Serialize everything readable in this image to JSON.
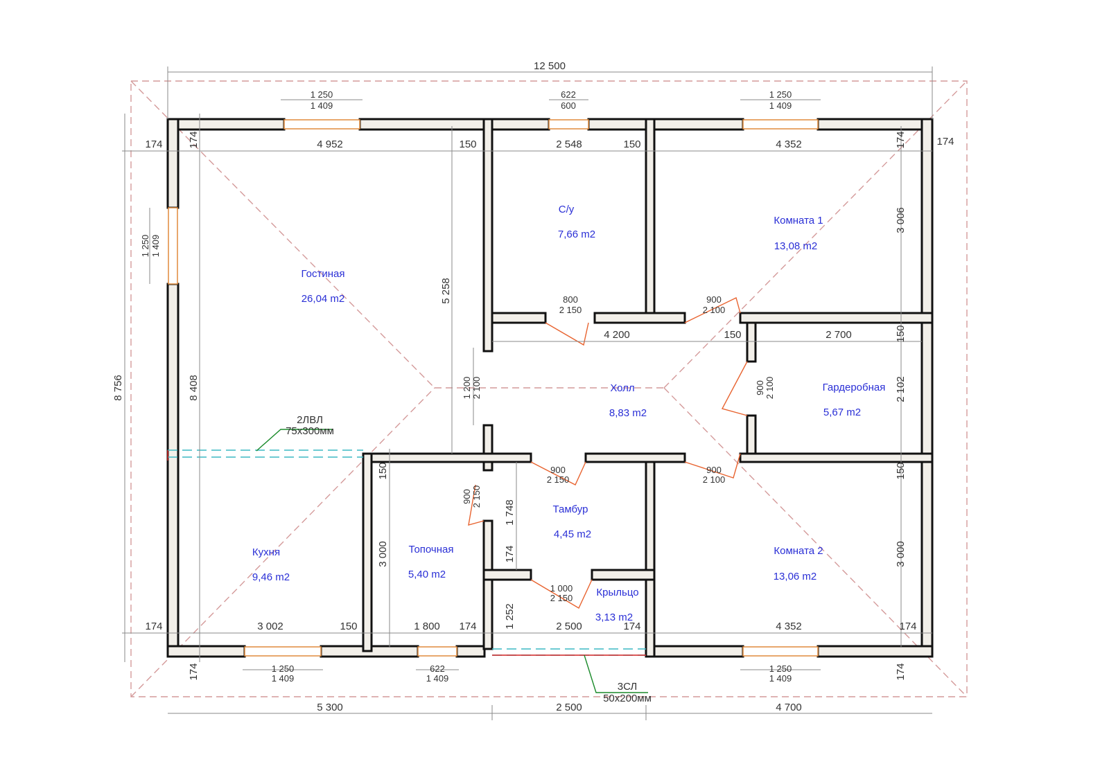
{
  "dimensions": {
    "overall_width": "12 500",
    "overall_depth": "8 756",
    "inner_depth": "8 408",
    "top_chain": [
      "174",
      "174",
      "4 952",
      "150",
      "2 548",
      "150",
      "4 352",
      "174",
      "174"
    ],
    "bottom_chain": [
      "174",
      "3 002",
      "150",
      "1 800",
      "174",
      "2 500",
      "174",
      "4 352",
      "174"
    ],
    "bottom_overall": [
      "5 300",
      "2 500",
      "4 700"
    ],
    "left_below": "174",
    "right_below": "174",
    "hall_line": [
      "4 200",
      "150",
      "2 700"
    ],
    "vertical_living": "5 258",
    "right_upper": "3 006",
    "right_mid_150a": "150",
    "right_mid": "2 102",
    "right_mid_150b": "150",
    "right_lower": "3 000",
    "kitchen_150": "150",
    "kitchen_h": "3 000",
    "vestibule_1748": "1 748",
    "vestibule_174": "174",
    "porch_1252": "1 252"
  },
  "openings": {
    "win_top_left": [
      "1 250",
      "1 409"
    ],
    "win_top_mid": [
      "622",
      "600"
    ],
    "win_top_right": [
      "1 250",
      "1 409"
    ],
    "win_left": [
      "1 250",
      "1 409"
    ],
    "win_bottom_left": [
      "1 250",
      "1 409"
    ],
    "win_bottom_mid": [
      "622",
      "1 409"
    ],
    "win_bottom_right": [
      "1 250",
      "1 409"
    ],
    "door_wc": [
      "800",
      "2 150"
    ],
    "door_room1": [
      "900",
      "2 100"
    ],
    "door_living": [
      "1 200",
      "2 100"
    ],
    "door_wardrobe": [
      "900",
      "2 100"
    ],
    "door_vestibule": [
      "900",
      "2 150"
    ],
    "door_room2": [
      "900",
      "2 100"
    ],
    "door_boiler": [
      "900",
      "2 150"
    ],
    "door_entry": [
      "1 000",
      "2 150"
    ]
  },
  "rooms": [
    {
      "name": "Гостиная",
      "area": "26,04 m2"
    },
    {
      "name": "С/у",
      "area": "7,66 m2"
    },
    {
      "name": "Комната 1",
      "area": "13,08 m2"
    },
    {
      "name": "Холл",
      "area": "8,83 m2"
    },
    {
      "name": "Гардеробная",
      "area": "5,67 m2"
    },
    {
      "name": "Кухня",
      "area": "9,46 m2"
    },
    {
      "name": "Топочная",
      "area": "5,40 m2"
    },
    {
      "name": "Тамбур",
      "area": "4,45 m2"
    },
    {
      "name": "Крыльцо",
      "area": "3,13 m2"
    },
    {
      "name": "Комната 2",
      "area": "13,06 m2"
    }
  ],
  "beams": {
    "lvl_label": "2ЛВЛ",
    "lvl_size": "75х300мм",
    "slab_label": "3СЛ",
    "slab_size": "50х200мм"
  },
  "colors": {
    "wall_fill": "#f2efe9",
    "room_text": "#2a2fd6",
    "roof_line": "#d49a9a",
    "door_arc": "#e8632f",
    "beam": "#3cb8c4",
    "leader": "#1a8a2a"
  }
}
